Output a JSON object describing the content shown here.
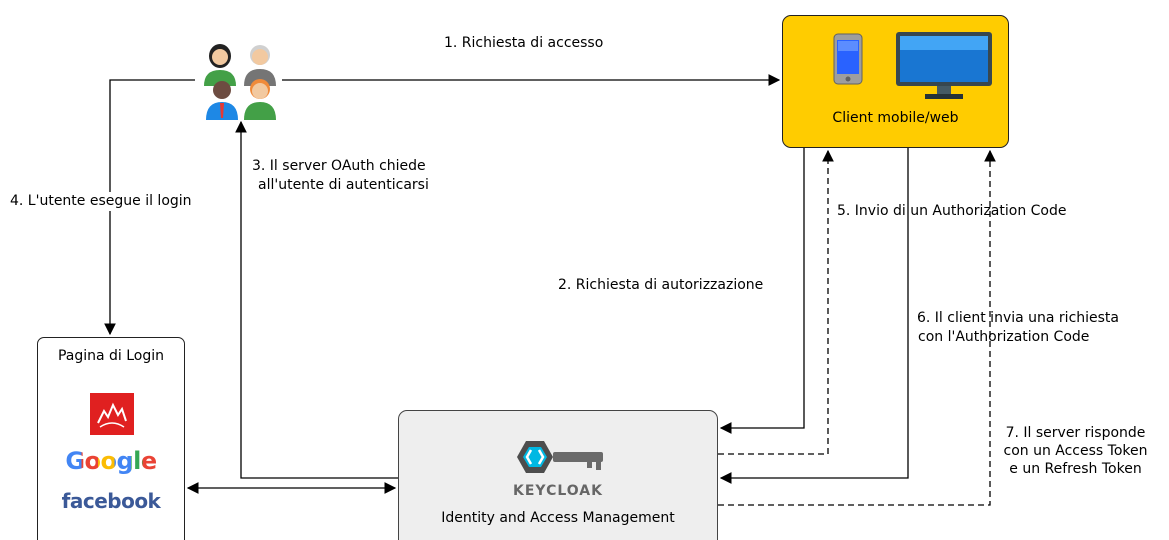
{
  "steps": {
    "s1": "1. Richiesta di accesso",
    "s2": "2. Richiesta di autorizzazione",
    "s3_line1": "3. Il server OAuth chiede",
    "s3_line2": "all'utente di autenticarsi",
    "s4": "4. L'utente esegue il login",
    "s5": "5. Invio di un Authorization Code",
    "s6_line1": "6. Il client invia una richiesta",
    "s6_line2": "con l'Authorization Code",
    "s7_line1": "7. Il server risponde",
    "s7_line2": "con un Access Token",
    "s7_line3": "e un Refresh Token"
  },
  "nodes": {
    "client": {
      "label": "Client mobile/web",
      "fill": "#FFCC00"
    },
    "login_page": {
      "title": "Pagina di Login",
      "providers": [
        "Google",
        "facebook"
      ]
    },
    "iam": {
      "label": "Identity and Access Management",
      "logo_text": "KEYCLOAK",
      "fill": "#EEEEEE"
    }
  },
  "icons": [
    "users-group-icon",
    "mobile-phone-icon",
    "desktop-monitor-icon",
    "red-logo-icon",
    "google-logo",
    "facebook-logo",
    "keycloak-logo"
  ],
  "colors": {
    "google_blue": "#4285F4",
    "google_red": "#EA4335",
    "google_yellow": "#FBBC05",
    "google_green": "#34A853",
    "facebook_blue": "#3b5998",
    "red_logo": "#E02020"
  }
}
